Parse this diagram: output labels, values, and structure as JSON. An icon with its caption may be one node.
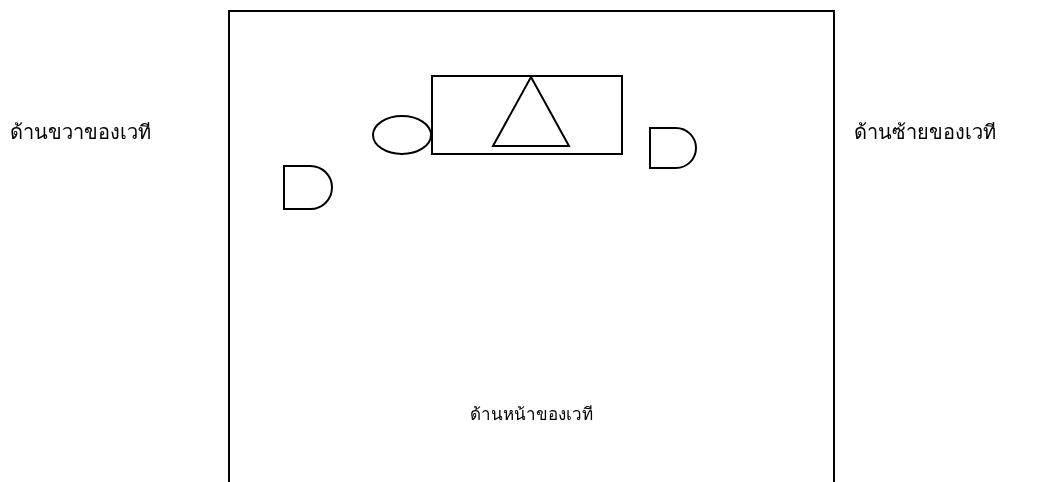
{
  "diagram": {
    "nodes": [
      {
        "text": [
          "ด้านหน้าของเวที"
        ]
      },
      {
        "text": [],
        "shape": "box",
        "in": 0
      },
      {
        "text": [],
        "shape": "triangle",
        "in": 1
      },
      {
        "text": [],
        "shape": "ellipse",
        "in": 0
      },
      {
        "text": [],
        "shape": "semicircle",
        "in": 0
      },
      {
        "text": [],
        "shape": "semicircle",
        "in": 0
      }
    ],
    "edges": [],
    "labels": [
      "ด้านขวาของเวที",
      "ด้านซ้ายของเวที"
    ]
  }
}
